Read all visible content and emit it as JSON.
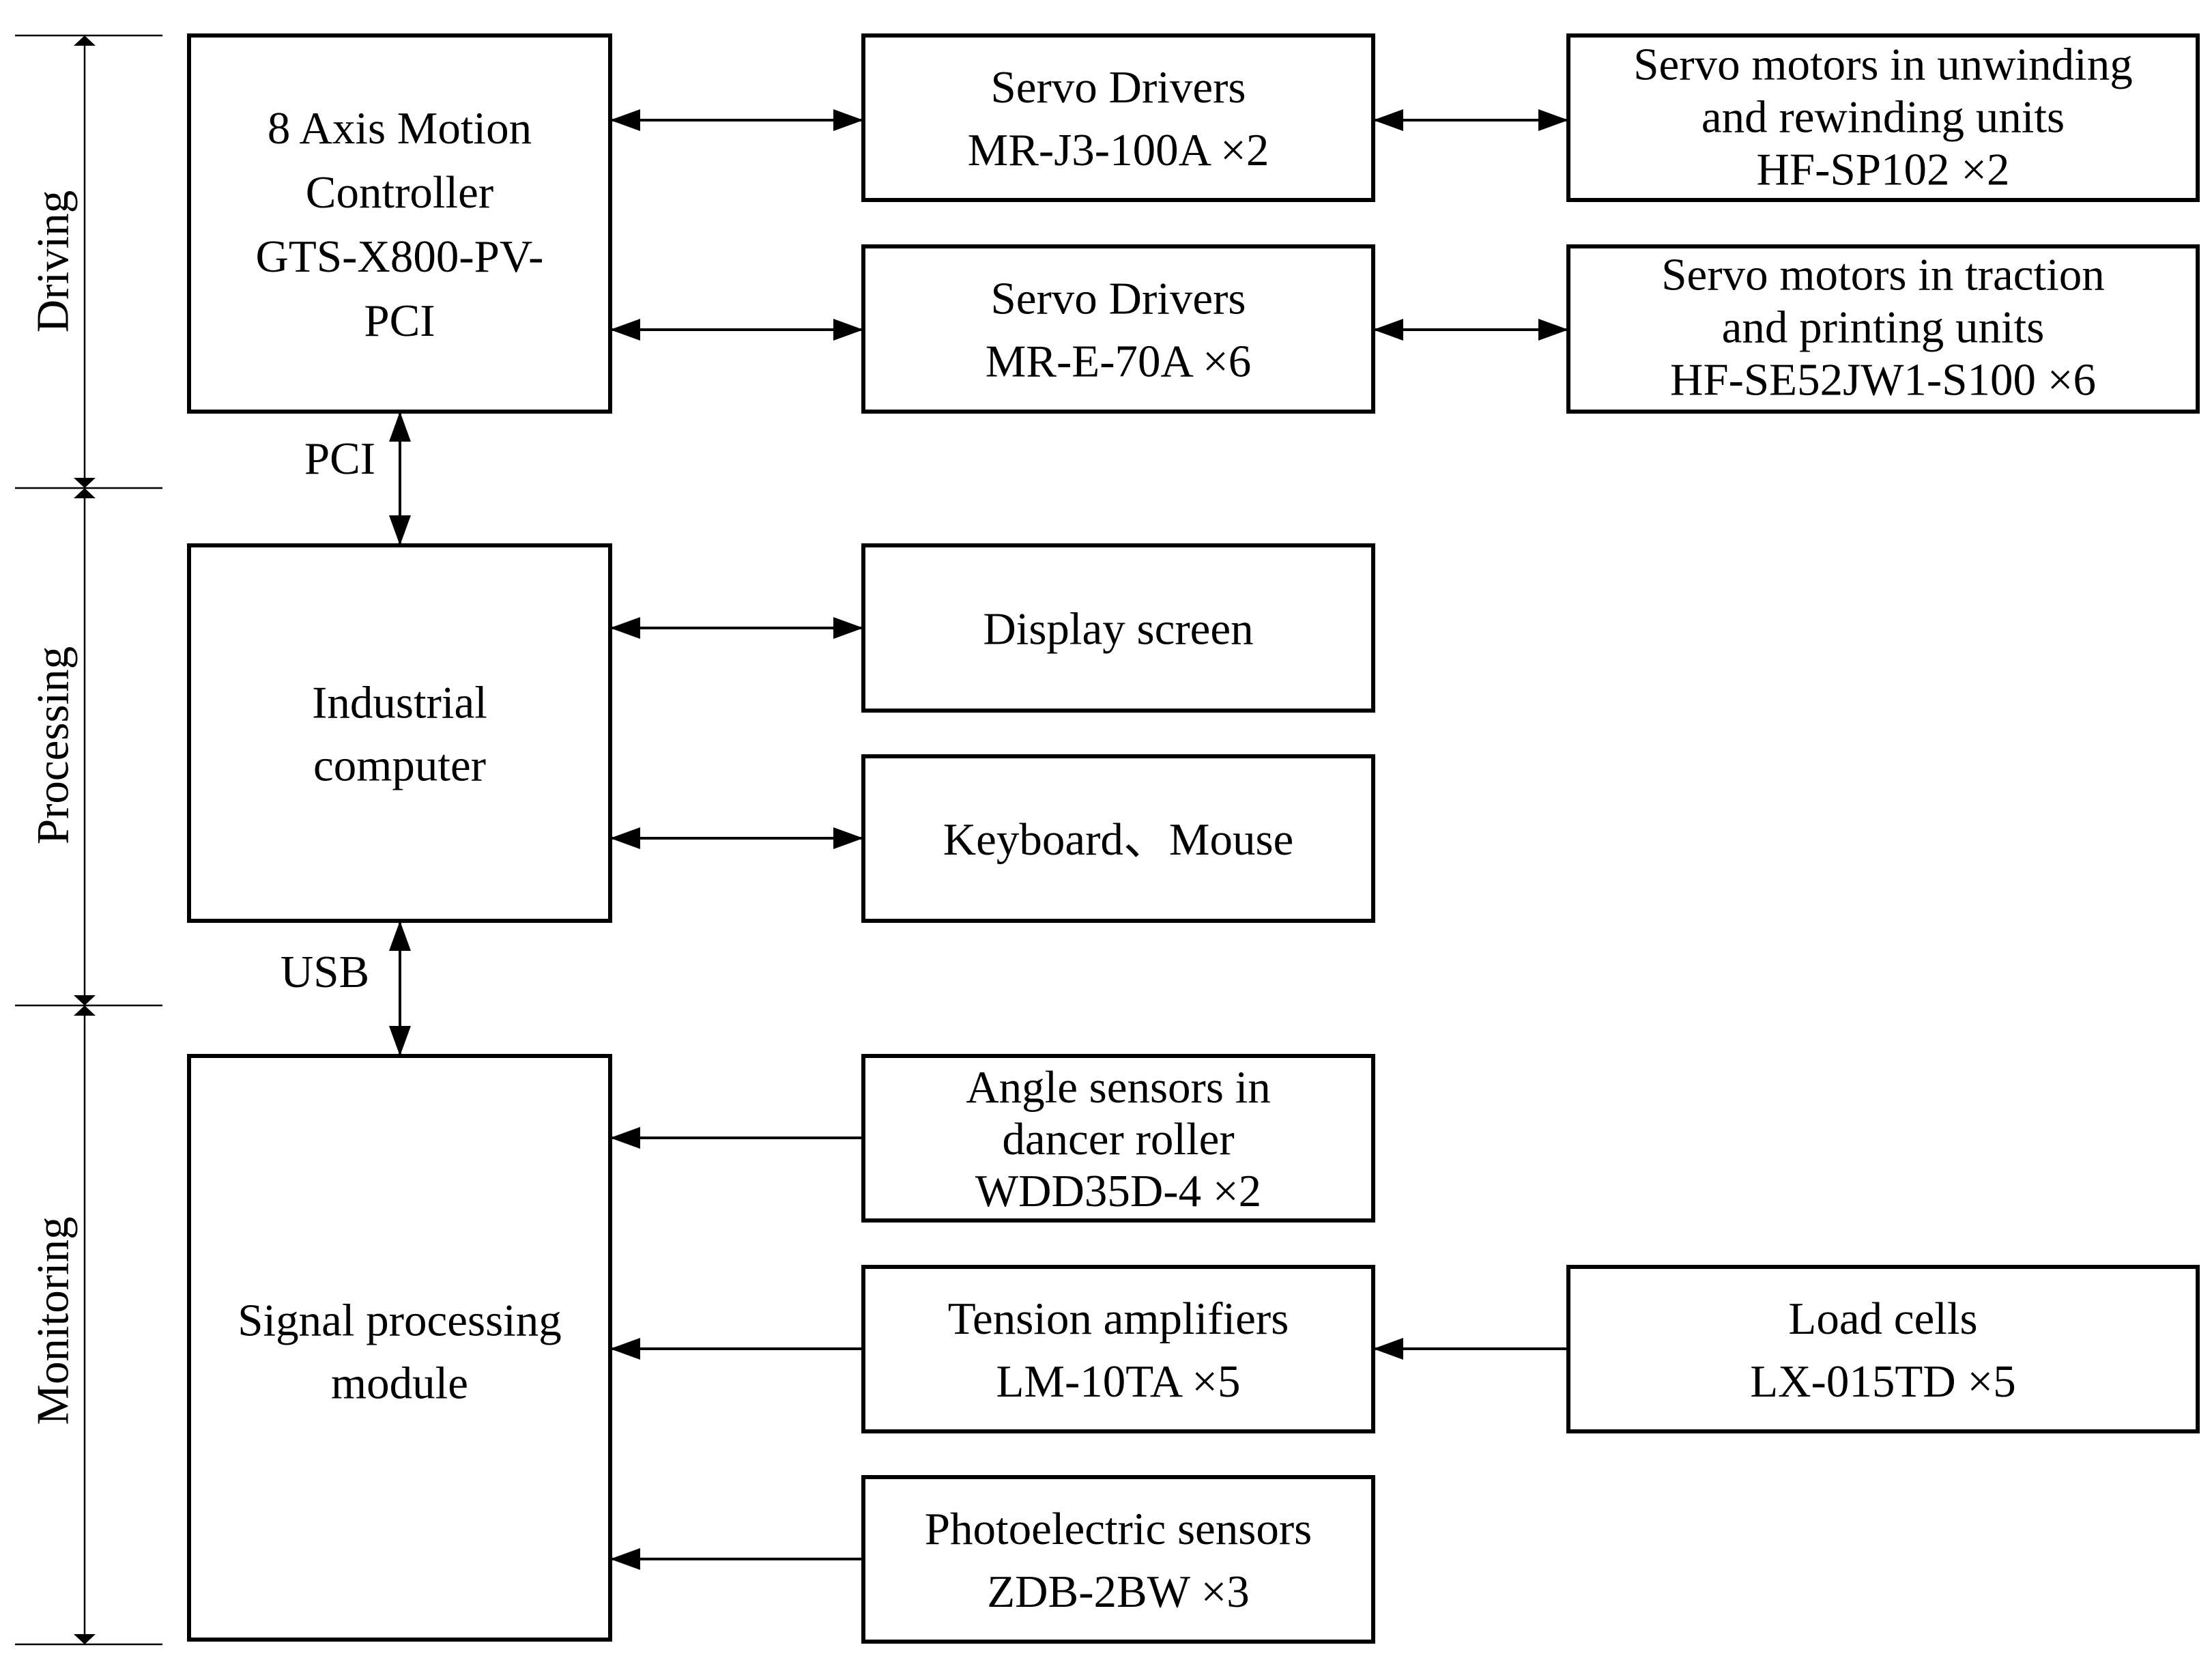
{
  "stages": {
    "driving": "Driving",
    "processing": "Processing",
    "monitoring": "Monitoring"
  },
  "links": {
    "pci": "PCI",
    "usb": "USB"
  },
  "nodes": {
    "motion_controller": [
      "8 Axis Motion",
      "Controller",
      "GTS-X800-PV-",
      "PCI"
    ],
    "industrial_computer": [
      "Industrial",
      "computer"
    ],
    "signal_module": [
      "Signal processing",
      "module"
    ],
    "servo_drivers_a": [
      "Servo Drivers",
      "MR-J3-100A ×2"
    ],
    "servo_drivers_b": [
      "Servo Drivers",
      "MR-E-70A ×6"
    ],
    "display_screen": [
      "Display screen"
    ],
    "keyboard_mouse": [
      "Keyboard、Mouse"
    ],
    "angle_sensors": [
      "Angle sensors in",
      "dancer roller",
      "WDD35D-4 ×2"
    ],
    "tension_amplifiers": [
      "Tension amplifiers",
      "LM-10TA ×5"
    ],
    "photoelectric_sensors": [
      "Photoelectric sensors",
      "ZDB-2BW ×3"
    ],
    "servo_motors_unwind": [
      "Servo motors in unwinding",
      "and rewinding units",
      "HF-SP102 ×2"
    ],
    "servo_motors_traction": [
      "Servo motors in traction",
      "and printing units",
      "HF-SE52JW1-S100 ×6"
    ],
    "load_cells": [
      "Load cells",
      "LX-015TD ×5"
    ]
  }
}
